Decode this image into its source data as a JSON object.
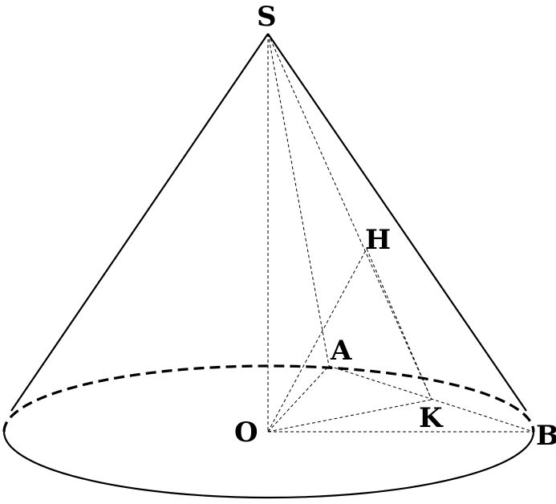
{
  "figure": {
    "points": {
      "S": "S",
      "H": "H",
      "A": "A",
      "O": "O",
      "K": "K",
      "B": "B"
    }
  }
}
